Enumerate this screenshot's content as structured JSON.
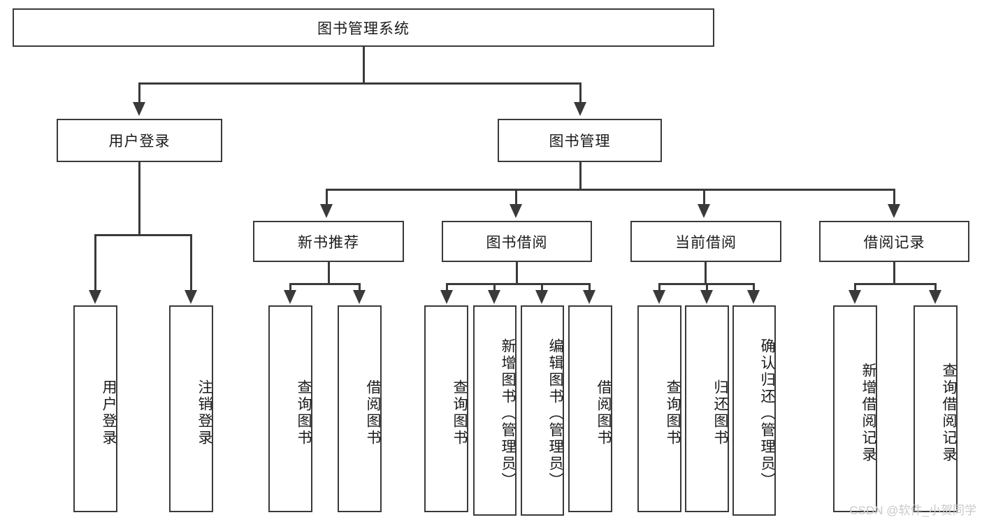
{
  "diagram": {
    "title": "图书管理系统",
    "watermark": "CSDN @软件_小贺同学",
    "root": {
      "label": "图书管理系统"
    },
    "level2": [
      {
        "label": "用户登录"
      },
      {
        "label": "图书管理"
      }
    ],
    "level3": [
      {
        "label": "新书推荐"
      },
      {
        "label": "图书借阅"
      },
      {
        "label": "当前借阅"
      },
      {
        "label": "借阅记录"
      }
    ],
    "leaves": {
      "user_login": [
        {
          "label": "用户登录"
        },
        {
          "label": "注销登录"
        }
      ],
      "new_book": [
        {
          "label": "查询图书"
        },
        {
          "label": "借阅图书"
        }
      ],
      "book_borrow": [
        {
          "label": "查询图书"
        },
        {
          "label": "新增图书（管理员）"
        },
        {
          "label": "编辑图书（管理员）"
        },
        {
          "label": "借阅图书"
        }
      ],
      "current_borrow": [
        {
          "label": "查询图书"
        },
        {
          "label": "归还图书"
        },
        {
          "label": "确认归还（管理员）"
        }
      ],
      "borrow_record": [
        {
          "label": "新增借阅记录"
        },
        {
          "label": "查询借阅记录"
        }
      ]
    }
  }
}
